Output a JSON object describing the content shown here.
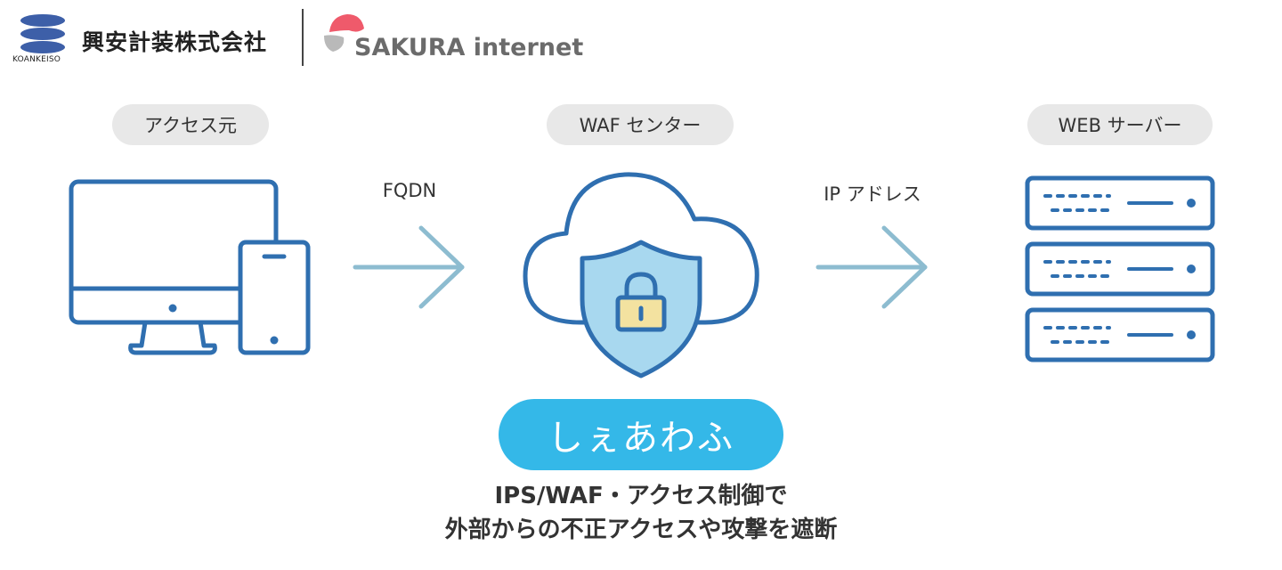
{
  "header": {
    "company_name": "興安計装株式会社",
    "company_sub": "KOANKEISO",
    "partner_name": "SAKURA internet"
  },
  "nodes": {
    "source_label": "アクセス元",
    "waf_label": "WAF センター",
    "server_label": "WEB サーバー"
  },
  "flows": {
    "left_label": "FQDN",
    "right_label": "IP アドレス"
  },
  "service": {
    "name": "しぇあわふ",
    "caption_line1": "IPS/WAF・アクセス制御で",
    "caption_line2": "外部からの不正アクセスや攻撃を遮断"
  },
  "colors": {
    "icon_stroke": "#2f6fb0",
    "arrow": "#8dbcd0",
    "brand": "#34b8e8",
    "shield_fill": "#a8d8ef",
    "lock_fill": "#f3e2a0",
    "pill_bg": "#e8e8e8",
    "sakura_red": "#ef5a6b"
  }
}
